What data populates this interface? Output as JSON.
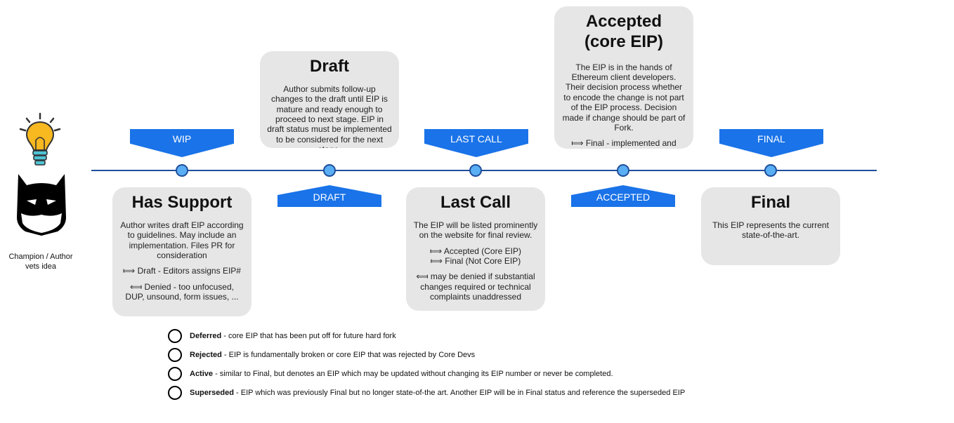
{
  "champion": {
    "label": "Champion / Author vets idea"
  },
  "flags": {
    "wip": "WIP",
    "draft": "DRAFT",
    "last_call": "LAST CALL",
    "accepted": "ACCEPTED",
    "final": "FINAL"
  },
  "cards": {
    "draft": {
      "title": "Draft",
      "body": "Author submits follow-up changes to the draft until EIP is mature and ready enough to proceed to next stage. EIP in draft status must be implemented to be considered for the next stage."
    },
    "accepted": {
      "title_line1": "Accepted",
      "title_line2": "(core EIP)",
      "body": "The EIP is in the hands of Ethereum client developers. Their decision process whether to encode the change is not part of the EIP process. Decision made if change should be part of Fork.",
      "note": "⟾  Final - implemented and adopted by community"
    },
    "has_support": {
      "title": "Has Support",
      "body": "Author writes draft EIP according to guidelines. May include an implementation. Files PR for consideration",
      "next": "⟾ Draft - Editors assigns EIP#",
      "denied": "⟽ Denied - too unfocused, DUP, unsound, form issues, ..."
    },
    "last_call": {
      "title": "Last Call",
      "body": "The EIP will be listed prominently on the website for final review.",
      "next1": "⟾ Accepted (Core EIP)",
      "next2": "⟾ Final (Not Core EIP)",
      "denied": "⟽ may be denied if substantial changes required or technical complaints unaddressed"
    },
    "final": {
      "title": "Final",
      "body": "This EIP represents the current state-of-the-art."
    }
  },
  "legend": [
    {
      "term": "Deferred",
      "desc": " - core EIP that has been put off for future hard fork"
    },
    {
      "term": "Rejected",
      "desc": " - EIP is fundamentally broken or core EIP that was rejected by Core Devs"
    },
    {
      "term": "Active",
      "desc": " - similar to Final, but denotes an EIP which may be updated without changing its EIP number or never be completed."
    },
    {
      "term": "Superseded",
      "desc": " - EIP which was previously Final but no longer state-of-the art. Another EIP will be in Final status and reference the superseded EIP"
    }
  ],
  "colors": {
    "flag": "#1a73e8",
    "node_fill": "#5aaef3",
    "line": "#1f4e9b",
    "card": "#e6e6e6"
  }
}
